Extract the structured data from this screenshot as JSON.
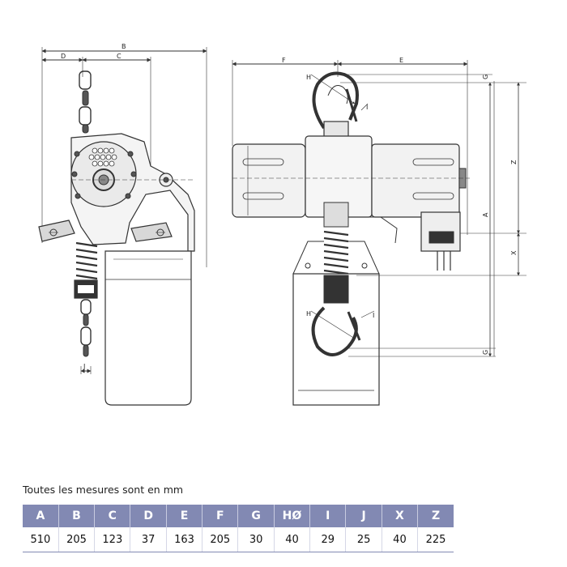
{
  "caption": "Toutes les mesures sont en mm",
  "columns": [
    "A",
    "B",
    "C",
    "D",
    "E",
    "F",
    "G",
    "HØ",
    "I",
    "J",
    "X",
    "Z"
  ],
  "values": [
    "510",
    "205",
    "123",
    "37",
    "163",
    "205",
    "30",
    "40",
    "29",
    "25",
    "40",
    "225"
  ],
  "labels": {
    "b": "B",
    "c": "C",
    "d": "D",
    "e": "E",
    "f": "F",
    "g_top": "G",
    "g_bottom": "G",
    "z": "Z",
    "a": "A",
    "x": "X",
    "h_top": "H",
    "h_bottom": "H",
    "i_top": "I",
    "i_bottom": "I",
    "j": "J"
  },
  "colors": {
    "header": "#8289b3",
    "line": "#333333",
    "shade": "#bbbbbb"
  }
}
